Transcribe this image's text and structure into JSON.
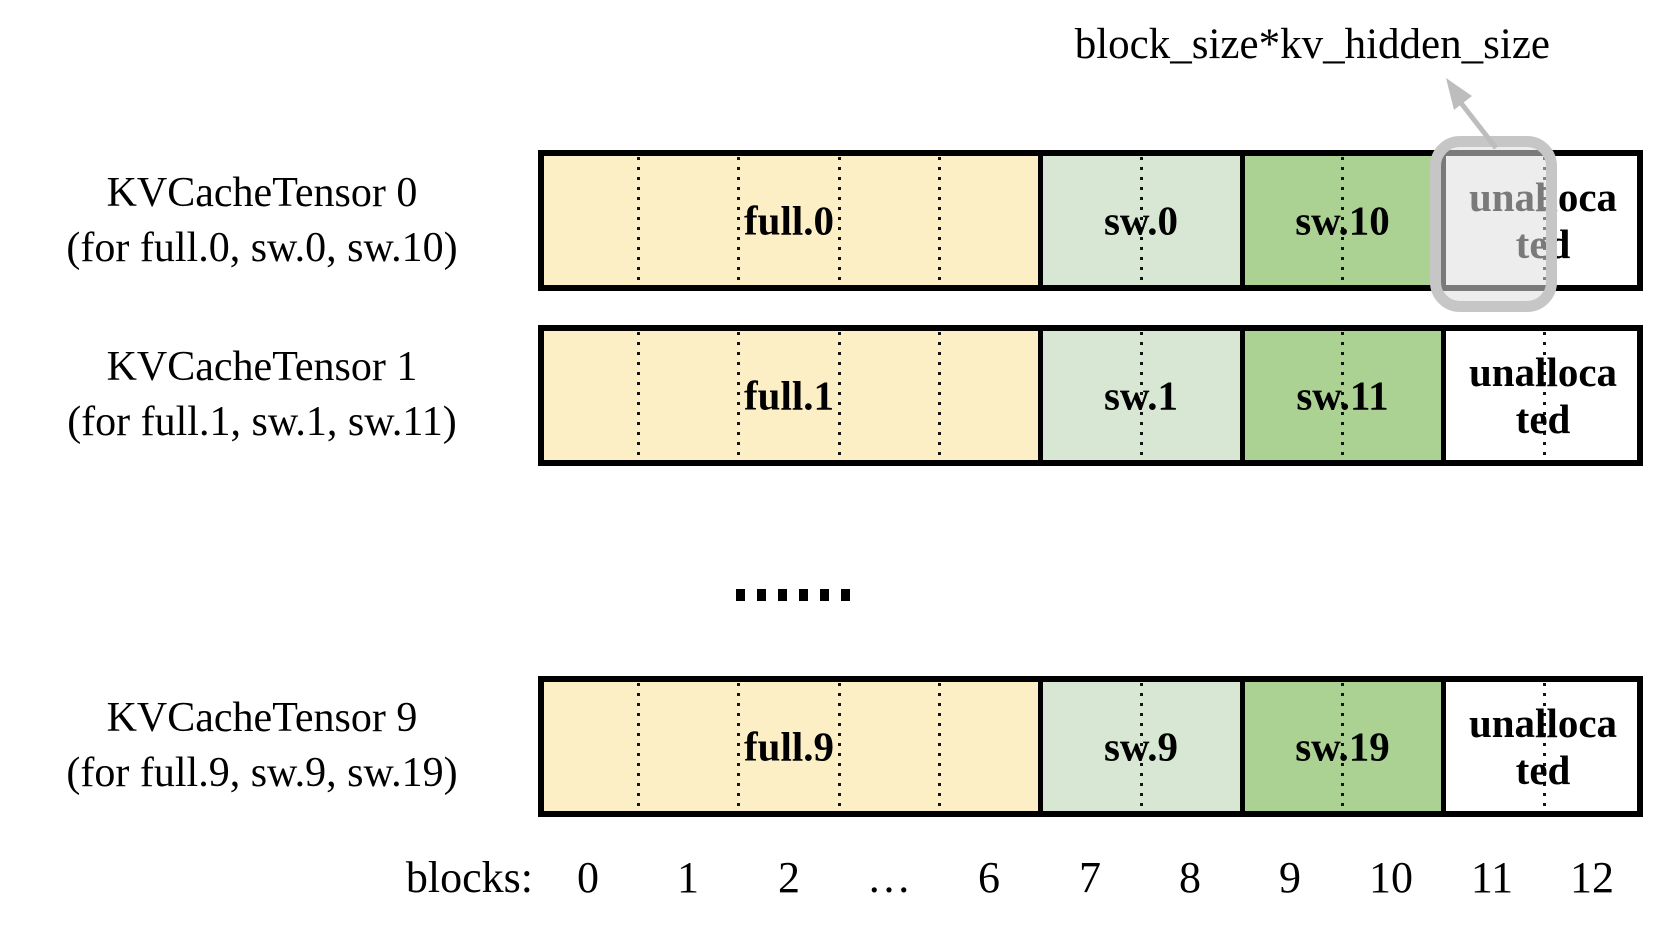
{
  "annotation": {
    "label": "block_size*kv_hidden_size"
  },
  "rows": [
    {
      "name": "KVCacheTensor 0",
      "scope": "(for full.0, sw.0, sw.10)",
      "segments": {
        "full": "full.0",
        "sw": "sw.0",
        "sw2": "sw.10",
        "unalloc_line1": "unalloca",
        "unalloc_line2": "ted"
      }
    },
    {
      "name": "KVCacheTensor 1",
      "scope": "(for full.1, sw.1, sw.11)",
      "segments": {
        "full": "full.1",
        "sw": "sw.1",
        "sw2": "sw.11",
        "unalloc_line1": "unalloca",
        "unalloc_line2": "ted"
      }
    },
    {
      "name": "KVCacheTensor 9",
      "scope": "(for full.9, sw.9, sw.19)",
      "segments": {
        "full": "full.9",
        "sw": "sw.9",
        "sw2": "sw.19",
        "unalloc_line1": "unalloca",
        "unalloc_line2": "ted"
      }
    }
  ],
  "between_rows_ellipsis": "......",
  "axis": {
    "label": "blocks:",
    "ticks": [
      "0",
      "1",
      "2",
      "…",
      "6",
      "7",
      "8",
      "9",
      "10",
      "11",
      "12"
    ]
  },
  "colors": {
    "full_segment": "#FDEFC5",
    "sw_segment": "#D8E7D3",
    "sw2_segment": "#ABD293",
    "unallocated_segment": "#FFFFFF",
    "border": "#000000",
    "overlay_fill": "#DFDFDF",
    "overlay_border": "#C6C6C6",
    "arrow": "#BDBDBD"
  }
}
